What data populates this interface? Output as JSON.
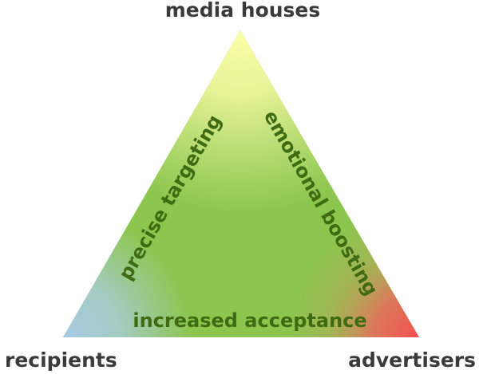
{
  "vertices": {
    "top": "media houses",
    "bottom_left": "recipients",
    "bottom_right": "advertisers"
  },
  "edges": {
    "left": "precise targeting",
    "right": "emotional boosting",
    "bottom": "increased acceptance"
  },
  "colors": {
    "center": "#8cc64f",
    "top": "#f6fb9e",
    "bottom_left": "#a6c9e4",
    "bottom_right": "#f25a5a",
    "edge_text": "#3f6b12",
    "vertex_text": "#3a3a3a"
  }
}
